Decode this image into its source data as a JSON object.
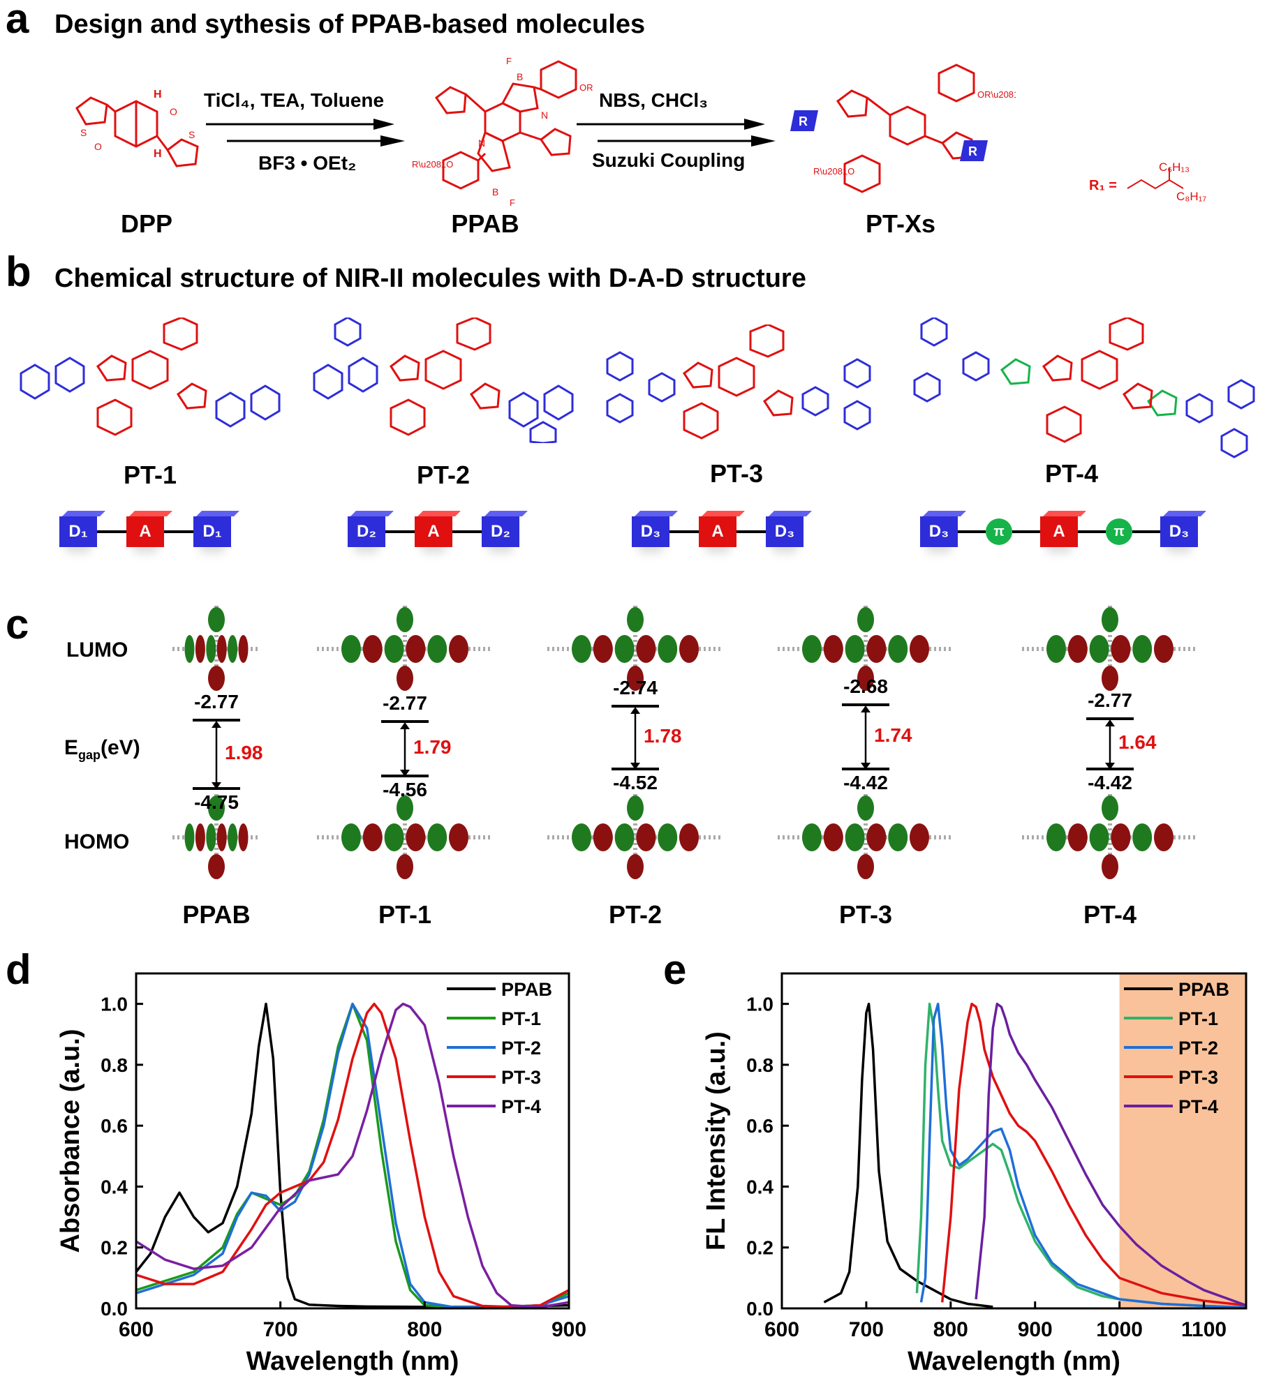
{
  "panel_a": {
    "label": "a",
    "title": "Design and sythesis of PPAB-based  molecules",
    "step1_top": "TiCl₄, TEA, Toluene",
    "step1_bottom": "BF3 • OEt₂",
    "step2_top": "NBS, CHCl₃",
    "step2_bottom": "Suzuki Coupling",
    "compounds": [
      "DPP",
      "PPAB",
      "PT-Xs"
    ],
    "r_group_label": "R₁ =",
    "r_group_sub1": "C₆H₁₃",
    "r_group_sub2": "C₈H₁₇",
    "r_box": "R"
  },
  "panel_b": {
    "label": "b",
    "title": "Chemical structure of NIR-II molecules with D-A-D structure",
    "molecules": [
      "PT-1",
      "PT-2",
      "PT-3",
      "PT-4"
    ],
    "blocks": [
      [
        "D₁",
        "A",
        "D₁"
      ],
      [
        "D₂",
        "A",
        "D₂"
      ],
      [
        "D₃",
        "A",
        "D₃"
      ],
      [
        "D₃",
        "π",
        "A",
        "π",
        "D₃"
      ]
    ]
  },
  "panel_c": {
    "label": "c",
    "lumo_label": "LUMO",
    "homo_label": "HOMO",
    "egap_label": "E",
    "egap_sub": "gap",
    "egap_unit": "(eV)",
    "molecules": [
      {
        "name": "PPAB",
        "lumo": "-2.77",
        "homo": "-4.75",
        "gap": "1.98"
      },
      {
        "name": "PT-1",
        "lumo": "-2.77",
        "homo": "-4.56",
        "gap": "1.79"
      },
      {
        "name": "PT-2",
        "lumo": "-2.74",
        "homo": "-4.52",
        "gap": "1.78"
      },
      {
        "name": "PT-3",
        "lumo": "-2.68",
        "homo": "-4.42",
        "gap": "1.74"
      },
      {
        "name": "PT-4",
        "lumo": "-2.77",
        "homo": "-4.42",
        "gap": "1.64"
      }
    ]
  },
  "chart_data": [
    {
      "panel": "d",
      "type": "line",
      "xlabel": "Wavelength (nm)",
      "ylabel": "Absorbance (a.u.)",
      "xlim": [
        600,
        900
      ],
      "ylim": [
        0,
        1.1
      ],
      "xticks": [
        "600",
        "700",
        "800",
        "900"
      ],
      "yticks": [
        "0.0",
        "0.2",
        "0.4",
        "0.6",
        "0.8",
        "1.0"
      ],
      "legend_position": "top-right",
      "series": [
        {
          "name": "PPAB",
          "color": "#000000",
          "x": [
            600,
            610,
            620,
            630,
            640,
            650,
            660,
            670,
            680,
            685,
            690,
            695,
            700,
            705,
            710,
            720,
            740,
            760,
            800,
            850,
            880,
            900
          ],
          "y": [
            0.12,
            0.18,
            0.3,
            0.38,
            0.3,
            0.25,
            0.28,
            0.4,
            0.64,
            0.86,
            1.0,
            0.82,
            0.38,
            0.1,
            0.03,
            0.012,
            0.008,
            0.006,
            0.005,
            0.005,
            0.008,
            0.01
          ]
        },
        {
          "name": "PT-1",
          "color": "#1a9a1a",
          "x": [
            600,
            620,
            640,
            660,
            670,
            680,
            690,
            700,
            710,
            720,
            730,
            740,
            750,
            760,
            770,
            780,
            790,
            800,
            820,
            850,
            880,
            900
          ],
          "y": [
            0.06,
            0.09,
            0.12,
            0.2,
            0.31,
            0.38,
            0.36,
            0.34,
            0.37,
            0.45,
            0.62,
            0.86,
            1.0,
            0.88,
            0.52,
            0.22,
            0.06,
            0.01,
            0.004,
            0.004,
            0.01,
            0.05
          ]
        },
        {
          "name": "PT-2",
          "color": "#1f6fd6",
          "x": [
            600,
            620,
            640,
            660,
            670,
            680,
            690,
            700,
            710,
            720,
            730,
            740,
            750,
            760,
            770,
            780,
            790,
            800,
            820,
            850,
            880,
            900
          ],
          "y": [
            0.05,
            0.08,
            0.11,
            0.18,
            0.3,
            0.38,
            0.37,
            0.32,
            0.35,
            0.44,
            0.6,
            0.84,
            1.0,
            0.92,
            0.6,
            0.28,
            0.08,
            0.02,
            0.004,
            0.004,
            0.01,
            0.04
          ]
        },
        {
          "name": "PT-3",
          "color": "#e01010",
          "x": [
            600,
            620,
            640,
            660,
            680,
            690,
            700,
            710,
            720,
            730,
            740,
            750,
            760,
            765,
            770,
            780,
            790,
            800,
            810,
            820,
            840,
            860,
            880,
            900
          ],
          "y": [
            0.11,
            0.08,
            0.08,
            0.12,
            0.26,
            0.34,
            0.38,
            0.4,
            0.42,
            0.48,
            0.62,
            0.82,
            0.97,
            1.0,
            0.97,
            0.82,
            0.55,
            0.3,
            0.12,
            0.04,
            0.008,
            0.005,
            0.01,
            0.06
          ]
        },
        {
          "name": "PT-4",
          "color": "#7a1fa2",
          "x": [
            600,
            620,
            640,
            660,
            680,
            700,
            720,
            740,
            750,
            760,
            770,
            780,
            785,
            790,
            800,
            810,
            820,
            830,
            840,
            850,
            860,
            880,
            900
          ],
          "y": [
            0.22,
            0.16,
            0.13,
            0.14,
            0.2,
            0.33,
            0.42,
            0.44,
            0.5,
            0.65,
            0.83,
            0.98,
            1.0,
            0.99,
            0.93,
            0.74,
            0.5,
            0.3,
            0.14,
            0.05,
            0.01,
            0.004,
            0.02
          ]
        }
      ]
    },
    {
      "panel": "e",
      "type": "line",
      "xlabel": "Wavelength (nm)",
      "ylabel": "FL Intensity (a.u.)",
      "xlim": [
        600,
        1150
      ],
      "ylim": [
        0,
        1.1
      ],
      "xticks": [
        "600",
        "700",
        "800",
        "900",
        "1000",
        "1100"
      ],
      "yticks": [
        "0.0",
        "0.2",
        "0.4",
        "0.6",
        "0.8",
        "1.0"
      ],
      "shaded_region": [
        1000,
        1150
      ],
      "shaded_color": "#f9c29a",
      "legend_position": "top-right",
      "series": [
        {
          "name": "PPAB",
          "color": "#000000",
          "x": [
            650,
            670,
            680,
            690,
            695,
            700,
            703,
            708,
            715,
            725,
            740,
            760,
            780,
            800,
            820,
            850
          ],
          "y": [
            0.02,
            0.05,
            0.12,
            0.4,
            0.75,
            0.97,
            1.0,
            0.85,
            0.45,
            0.22,
            0.13,
            0.09,
            0.06,
            0.03,
            0.015,
            0.005
          ]
        },
        {
          "name": "PT-1",
          "color": "#2fb36a",
          "x": [
            760,
            765,
            770,
            775,
            780,
            785,
            790,
            800,
            810,
            820,
            830,
            840,
            850,
            860,
            870,
            880,
            900,
            920,
            950,
            980,
            1000,
            1050,
            1100,
            1150
          ],
          "y": [
            0.05,
            0.3,
            0.8,
            1.0,
            0.92,
            0.72,
            0.55,
            0.47,
            0.46,
            0.48,
            0.5,
            0.52,
            0.54,
            0.52,
            0.44,
            0.35,
            0.22,
            0.14,
            0.07,
            0.04,
            0.03,
            0.015,
            0.008,
            0.003
          ]
        },
        {
          "name": "PT-2",
          "color": "#1f6fd6",
          "x": [
            765,
            770,
            775,
            780,
            785,
            790,
            795,
            800,
            810,
            820,
            830,
            840,
            850,
            860,
            870,
            880,
            900,
            920,
            950,
            980,
            1000,
            1050,
            1100,
            1150
          ],
          "y": [
            0.02,
            0.1,
            0.55,
            0.95,
            1.0,
            0.86,
            0.66,
            0.52,
            0.47,
            0.49,
            0.52,
            0.55,
            0.58,
            0.59,
            0.52,
            0.4,
            0.24,
            0.15,
            0.08,
            0.05,
            0.03,
            0.015,
            0.008,
            0.003
          ]
        },
        {
          "name": "PT-3",
          "color": "#e01010",
          "x": [
            790,
            800,
            810,
            820,
            825,
            830,
            835,
            840,
            850,
            860,
            870,
            880,
            890,
            900,
            920,
            940,
            960,
            980,
            1000,
            1050,
            1100,
            1150
          ],
          "y": [
            0.02,
            0.3,
            0.72,
            0.94,
            1.0,
            0.99,
            0.94,
            0.85,
            0.76,
            0.7,
            0.64,
            0.6,
            0.58,
            0.55,
            0.45,
            0.34,
            0.24,
            0.16,
            0.1,
            0.05,
            0.025,
            0.01
          ]
        },
        {
          "name": "PT-4",
          "color": "#6a1fa0",
          "x": [
            830,
            840,
            845,
            850,
            855,
            860,
            865,
            870,
            880,
            890,
            900,
            920,
            940,
            960,
            980,
            1000,
            1020,
            1050,
            1080,
            1100,
            1150
          ],
          "y": [
            0.03,
            0.3,
            0.7,
            0.92,
            1.0,
            0.99,
            0.95,
            0.9,
            0.84,
            0.8,
            0.75,
            0.66,
            0.55,
            0.44,
            0.34,
            0.27,
            0.21,
            0.14,
            0.09,
            0.06,
            0.01
          ]
        }
      ]
    }
  ]
}
